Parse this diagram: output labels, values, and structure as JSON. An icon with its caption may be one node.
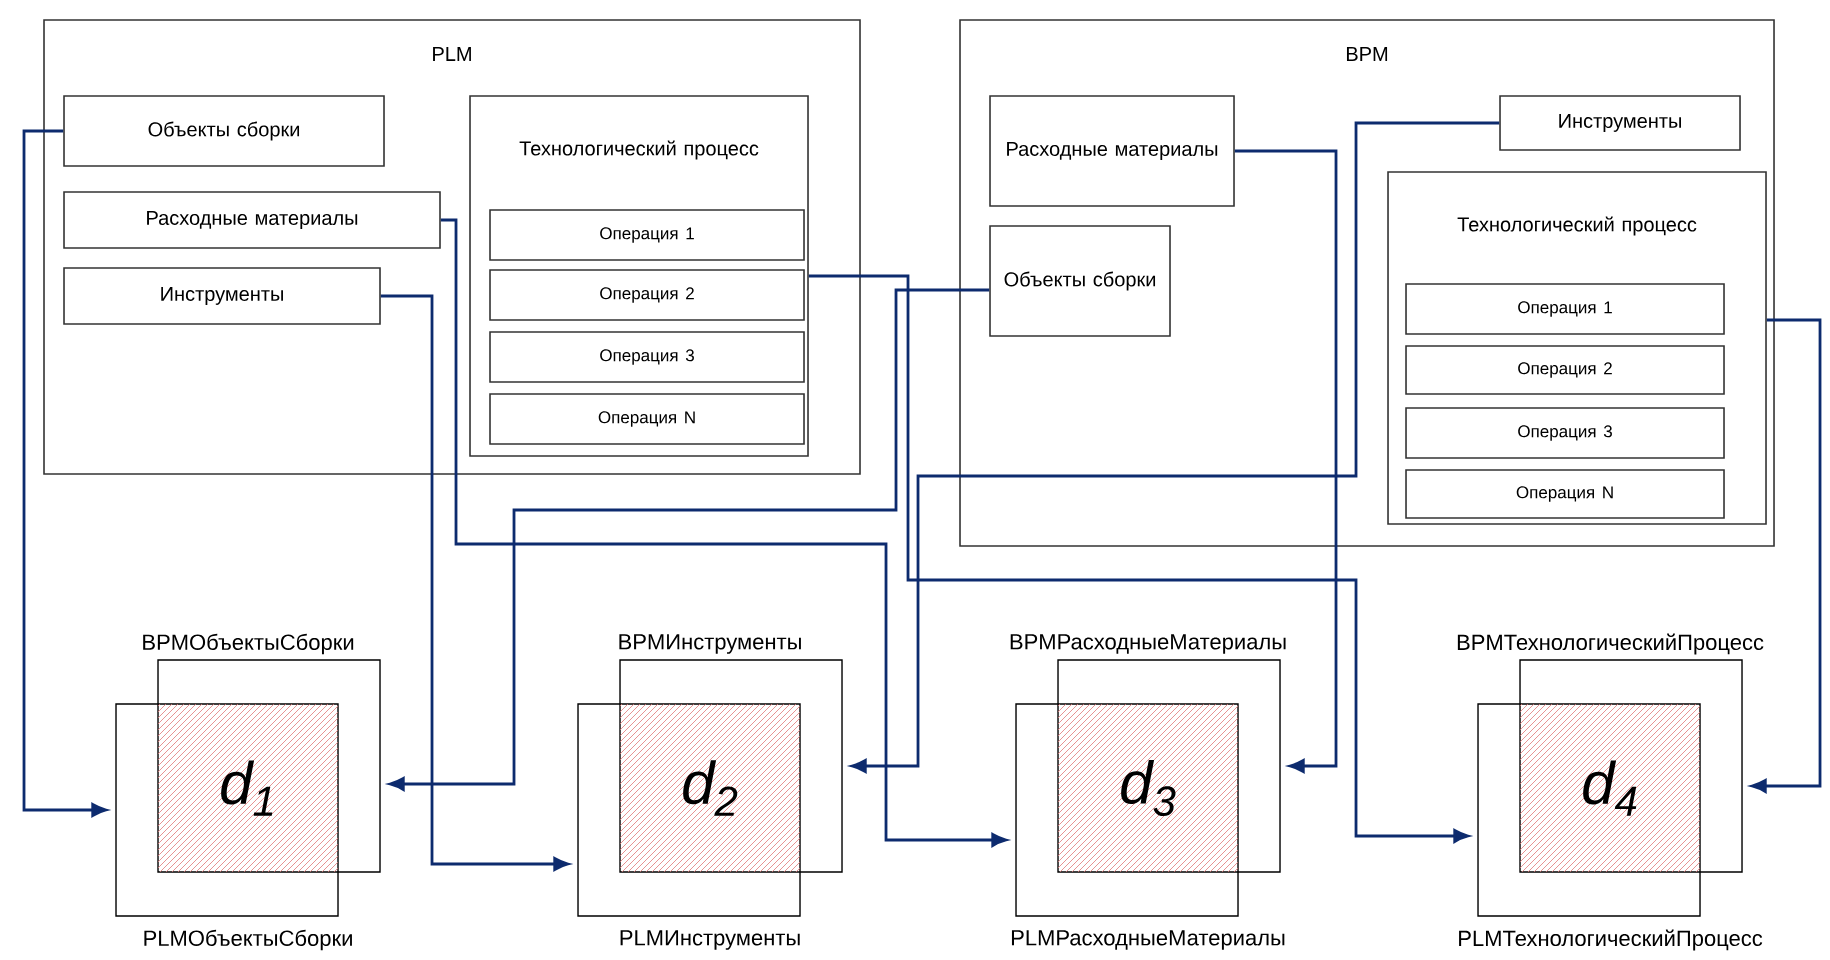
{
  "diagram": {
    "nodes": [
      {
        "text": [
          "PLM"
        ]
      },
      {
        "text": [
          "Объекты сборки"
        ],
        "in": 0
      },
      {
        "text": [
          "Расходные материалы"
        ],
        "in": 0
      },
      {
        "text": [
          "Инструменты"
        ],
        "in": 0
      },
      {
        "text": [
          "Технологический процесс"
        ],
        "in": 0
      },
      {
        "text": [
          "Операция 1"
        ],
        "in": 4
      },
      {
        "text": [
          "Операция 2"
        ],
        "in": 4
      },
      {
        "text": [
          "Операция 3"
        ],
        "in": 4
      },
      {
        "text": [
          "Операция N"
        ],
        "in": 4
      },
      {
        "text": [
          "BPM"
        ]
      },
      {
        "text": [
          "Расходные материалы"
        ],
        "in": 9
      },
      {
        "text": [
          "Инструменты"
        ],
        "in": 9
      },
      {
        "text": [
          "Объекты сборки"
        ],
        "in": 9
      },
      {
        "text": [
          "Технологический процесс"
        ],
        "in": 9
      },
      {
        "text": [
          "Операция 1"
        ],
        "in": 13
      },
      {
        "text": [
          "Операция 2"
        ],
        "in": 13
      },
      {
        "text": [
          "Операция 3"
        ],
        "in": 13
      },
      {
        "text": [
          "Операция N"
        ],
        "in": 13
      },
      {
        "text": [
          "BPMОбъектыСборки"
        ]
      },
      {
        "text": [
          "PLMОбъектыСборки"
        ]
      },
      {
        "text": [
          "d$_{1}$"
        ]
      },
      {
        "text": [
          "BPMИнструменты"
        ]
      },
      {
        "text": [
          "PLMИнструменты"
        ]
      },
      {
        "text": [
          "d$_{2}$"
        ]
      },
      {
        "text": [
          "BPMРасходныеМатериалы"
        ]
      },
      {
        "text": [
          "PLMРасходныеМатериалы"
        ]
      },
      {
        "text": [
          "d$_{3}$"
        ]
      },
      {
        "text": [
          "BPMТехнологическийПроцесс"
        ]
      },
      {
        "text": [
          "PLMТехнологическийПроцесс"
        ]
      },
      {
        "text": [
          "d$_{4}$"
        ]
      }
    ],
    "edges": [
      {
        "from": 1,
        "to": 19,
        "arrow": "to"
      },
      {
        "from": 2,
        "to": 25,
        "arrow": "to"
      },
      {
        "from": 3,
        "to": 22,
        "arrow": "to"
      },
      {
        "from": 4,
        "to": 28,
        "arrow": "to"
      },
      {
        "from": 12,
        "to": 18,
        "arrow": "to"
      },
      {
        "from": 11,
        "to": 21,
        "arrow": "to"
      },
      {
        "from": 10,
        "to": 24,
        "arrow": "to"
      },
      {
        "from": 13,
        "to": 27,
        "arrow": "to"
      }
    ]
  }
}
